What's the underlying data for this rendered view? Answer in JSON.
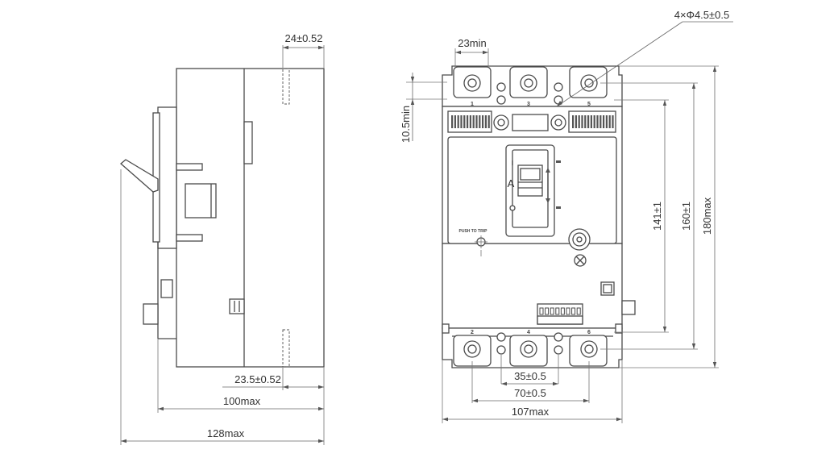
{
  "dimensions": {
    "side_top": "24±0.52",
    "side_bottom": "23.5±0.52",
    "depth_body": "100max",
    "depth_total": "128max",
    "front_terminal_gap": "23min",
    "front_holes": "4×Φ4.5±0.5",
    "front_top_offset": "10.5min",
    "mount_141": "141±1",
    "mount_160": "160±1",
    "height_total": "180max",
    "spacing_35": "35±0.5",
    "spacing_70": "70±0.5",
    "width_total": "107max"
  },
  "labels": {
    "pole_top": [
      "1",
      "3",
      "5"
    ],
    "pole_bottom": [
      "2",
      "4",
      "6"
    ],
    "handle_letter": "A",
    "push_to_trip": "PUSH TO TRIP"
  }
}
